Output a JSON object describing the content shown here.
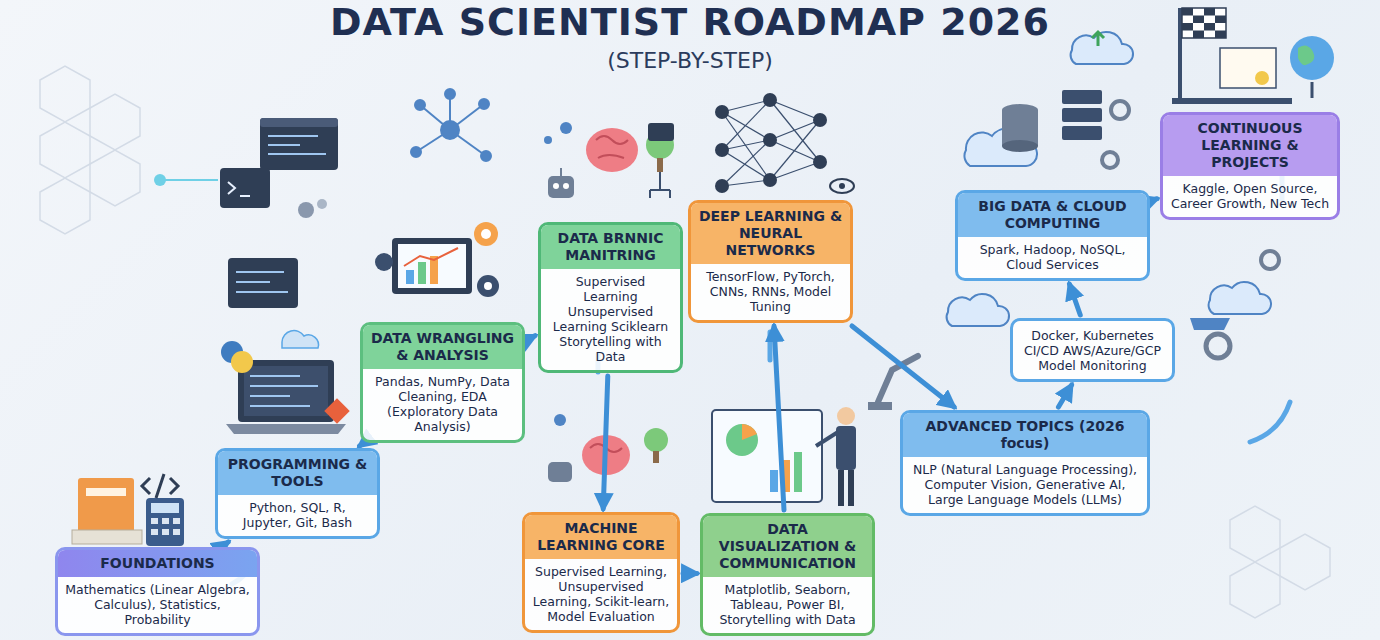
{
  "diagram": {
    "title": "DATA SCIENTIST ROADMAP 2026",
    "nodes": [
      {
        "text": [
          "FOUNDATIONS",
          "Mathematics (Linear Algebra, Calculus), Statistics, Probability"
        ]
      },
      {
        "text": [
          "PROGRAMMING & TOOLS",
          "Python, SQL, R, Jupyter, Git, Bash"
        ]
      },
      {
        "text": [
          "DATA WRANGLING & ANALYSIS",
          "Pandas, NumPy, Data Cleaning, EDA (Exploratory Data Analysis)"
        ]
      },
      {
        "text": [
          "DATA BRNNIC MANITRING",
          "Supervised Learning Unsupervised Learning Sciklearn Storytelling with Data"
        ]
      },
      {
        "text": [
          "MACHINE LEARNING CORE",
          "Supervised Learning, Unsupervised Learning, Scikit-learn, Model Evaluation"
        ]
      },
      {
        "text": [
          "DEEP LEARNING & NEURAL NETWORKS",
          "TensorFlow, PyTorch, CNNs, RNNs, Model Tuning"
        ]
      },
      {
        "text": [
          "DATA VISUALIZATION & COMMUNICATION",
          "Matplotlib, Seaborn, Tableau, Power BI, Storytelling with Data"
        ]
      },
      {
        "text": [
          "ADVANCED TOPICS (2026 focus)",
          "NLP (Natural Language Processing), Computer Vision, Generative AI, Large Language Models (LLMs)"
        ]
      },
      {
        "text": [
          "Docker, Kubernetes CI/CD AWS/Azure/GCP Model Monitoring"
        ]
      },
      {
        "text": [
          "BIG DATA & CLOUD COMPUTING",
          "Spark, Hadoop, NoSQL, Cloud Services"
        ]
      },
      {
        "text": [
          "CONTINUOUS LEARNING & PROJECTS",
          "Kaggle, Open Source, Career Growth, New Tech"
        ]
      }
    ],
    "edges": [
      {
        "from": 0,
        "to": 1,
        "arrow": "to"
      },
      {
        "from": 1,
        "to": 2,
        "arrow": "to"
      },
      {
        "from": 2,
        "to": 3,
        "arrow": "to"
      },
      {
        "from": 3,
        "to": 4,
        "arrow": "to"
      },
      {
        "from": 4,
        "to": 6,
        "arrow": "to"
      },
      {
        "from": 6,
        "to": 5,
        "arrow": "to"
      },
      {
        "from": 5,
        "to": 7,
        "arrow": "to"
      },
      {
        "from": 7,
        "to": 8,
        "arrow": "to"
      },
      {
        "from": 8,
        "to": 9,
        "arrow": "to"
      },
      {
        "from": 9,
        "to": 10,
        "arrow": "to"
      }
    ],
    "labels": [
      "(STEP-BY-STEP)"
    ]
  }
}
